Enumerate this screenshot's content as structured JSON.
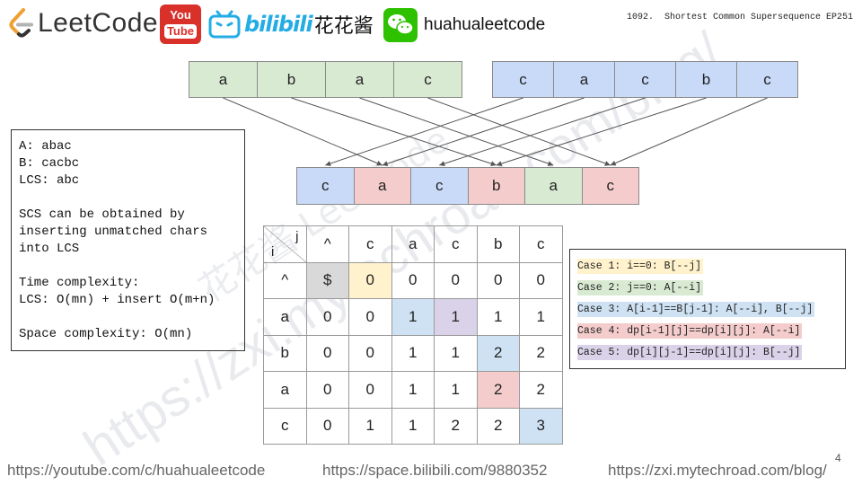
{
  "header": {
    "leetcode_text": "LeetCode",
    "youtube_top": "You",
    "youtube_bottom": "Tube",
    "bilibili_text": "bilibili",
    "channel_cn": "花花酱",
    "handle": "huahualeetcode",
    "problem_title": "1092.  Shortest Common Supersequence EP251",
    "icons": [
      "leetcode-logo-icon",
      "youtube-icon",
      "bilibili-tv-icon",
      "wechat-icon"
    ]
  },
  "string_a": [
    {
      "ch": "a",
      "color": "green"
    },
    {
      "ch": "b",
      "color": "green"
    },
    {
      "ch": "a",
      "color": "green"
    },
    {
      "ch": "c",
      "color": "green"
    }
  ],
  "string_b": [
    {
      "ch": "c",
      "color": "blue"
    },
    {
      "ch": "a",
      "color": "blue"
    },
    {
      "ch": "c",
      "color": "blue"
    },
    {
      "ch": "b",
      "color": "blue"
    },
    {
      "ch": "c",
      "color": "blue"
    }
  ],
  "scs": [
    {
      "ch": "c",
      "color": "blue"
    },
    {
      "ch": "a",
      "color": "red"
    },
    {
      "ch": "c",
      "color": "blue"
    },
    {
      "ch": "b",
      "color": "red"
    },
    {
      "ch": "a",
      "color": "green"
    },
    {
      "ch": "c",
      "color": "red"
    }
  ],
  "mapping": {
    "a_to_scs": [
      1,
      3,
      4,
      5
    ],
    "b_to_scs": [
      0,
      1,
      2,
      3,
      5
    ]
  },
  "info_lines": [
    "A: abac",
    "B: cacbc",
    "LCS: abc",
    "",
    "SCS can be obtained by",
    "inserting unmatched chars",
    "into LCS",
    "",
    "Time complexity:",
    "LCS: O(mn) + insert O(m+n)",
    "",
    "Space complexity: O(mn)"
  ],
  "dp_table": {
    "corner_j": "j",
    "corner_i": "i",
    "col_headers": [
      "^",
      "c",
      "a",
      "c",
      "b",
      "c"
    ],
    "row_headers": [
      "^",
      "a",
      "b",
      "a",
      "c"
    ],
    "rows": [
      [
        "$",
        "0",
        "0",
        "0",
        "0",
        "0"
      ],
      [
        "0",
        "0",
        "1",
        "1",
        "1",
        "1"
      ],
      [
        "0",
        "0",
        "1",
        "1",
        "2",
        "2"
      ],
      [
        "0",
        "0",
        "1",
        "1",
        "2",
        "2"
      ],
      [
        "0",
        "1",
        "1",
        "2",
        "2",
        "3"
      ]
    ],
    "highlights": [
      {
        "row": 0,
        "col": 0,
        "color": "gray"
      },
      {
        "row": 0,
        "col": 1,
        "color": "yellow"
      },
      {
        "row": 1,
        "col": 2,
        "color": "blue"
      },
      {
        "row": 1,
        "col": 3,
        "color": "purple"
      },
      {
        "row": 2,
        "col": 4,
        "color": "blue"
      },
      {
        "row": 3,
        "col": 4,
        "color": "red"
      },
      {
        "row": 4,
        "col": 5,
        "color": "blue"
      }
    ]
  },
  "cases": [
    {
      "text": "Case 1: i==0: B[--j]",
      "color": "#fff2cc"
    },
    {
      "text": "Case 2: j==0: A[--i]",
      "color": "#d9ead3"
    },
    {
      "text": "Case 3: A[i-1]==B[j-1]: A[--i], B[--j]",
      "color": "#cfe2f3"
    },
    {
      "text": "Case 4: dp[i-1][j]==dp[i][j]: A[--i]",
      "color": "#f4cccc"
    },
    {
      "text": "Case 5: dp[i][j-1]==dp[i][j]: B[--j]",
      "color": "#d9d2e9"
    }
  ],
  "watermark": {
    "main": "https://zxi.mytechroad.com/blog/",
    "cn": "花花酱 LeetCode"
  },
  "footer": {
    "youtube": "https://youtube.com/c/huahualeetcode",
    "bilibili": "https://space.bilibili.com/9880352",
    "blog": "https://zxi.mytechroad.com/blog/",
    "page_number": "4"
  },
  "colors": {
    "green": "#d9ead3",
    "blue": "#c9daf8",
    "red": "#f4cccc",
    "gray": "#d9d9d9",
    "yellow": "#fff2cc",
    "purple": "#d9d2e9",
    "dp_blue": "#cfe2f3"
  }
}
